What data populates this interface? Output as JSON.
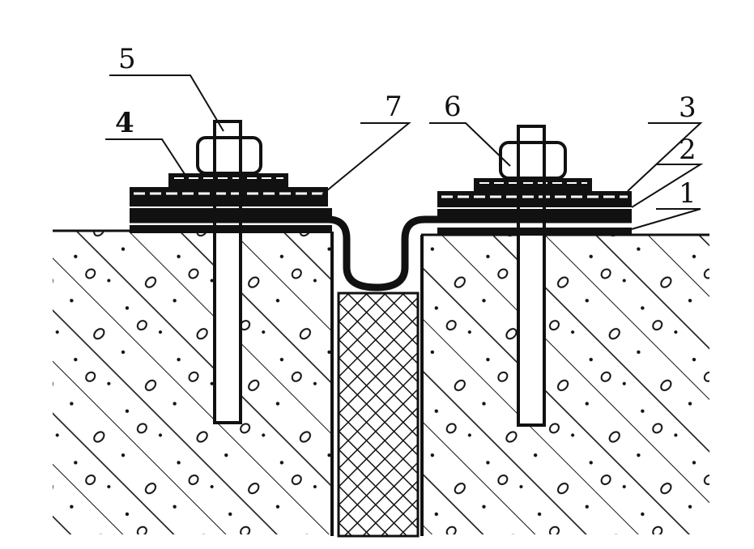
{
  "diagram": {
    "labels": {
      "l1": "1",
      "l2": "2",
      "l3": "3",
      "l4": "4",
      "l5": "5",
      "l6": "6",
      "l7": "7"
    },
    "colors": {
      "ink": "#111111",
      "paper": "#ffffff"
    }
  }
}
